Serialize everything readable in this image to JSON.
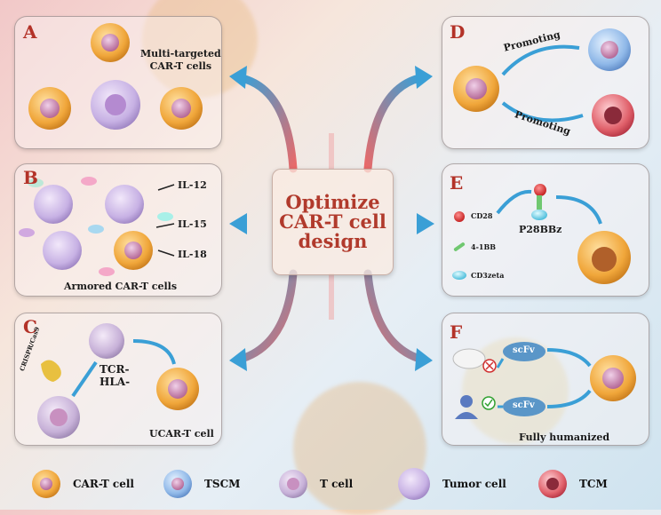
{
  "center": {
    "title": "Optimize\nCAR-T cell\ndesign"
  },
  "panels": {
    "A": {
      "label": "A",
      "text": "Multi-targeted\nCAR-T cells"
    },
    "B": {
      "label": "B",
      "caption": "Armored CAR-T cells",
      "cytokines": [
        "IL-12",
        "IL-15",
        "IL-18"
      ]
    },
    "C": {
      "label": "C",
      "crispr": "CRISPR/Cas9",
      "tcr": "TCR-\nHLA-",
      "caption": "UCAR-T cell"
    },
    "D": {
      "label": "D",
      "arrow1": "Promoting",
      "arrow2": "Promoting"
    },
    "E": {
      "label": "E",
      "parts": [
        "CD28",
        "4-1BB",
        "CD3zeta"
      ],
      "construct": "P28BBz"
    },
    "F": {
      "label": "F",
      "scfv1": "scFv",
      "scfv2": "scFv",
      "caption": "Fully humanized"
    }
  },
  "legend": [
    {
      "label": "CAR-T cell",
      "icon": "car-t-cell-icon"
    },
    {
      "label": "TSCM",
      "icon": "tscm-cell-icon"
    },
    {
      "label": "T cell",
      "icon": "t-cell-icon"
    },
    {
      "label": "Tumor cell",
      "icon": "tumor-cell-icon"
    },
    {
      "label": "TCM",
      "icon": "tcm-cell-icon"
    }
  ],
  "colors": {
    "label": "#b33228",
    "arrow": "#3a9fd6",
    "cart": "#f0a63a",
    "tscm": "#8fb8e8",
    "tcell": "#c7b1d8",
    "tumor": "#d9c8ec",
    "tcm": "#e0606a"
  }
}
